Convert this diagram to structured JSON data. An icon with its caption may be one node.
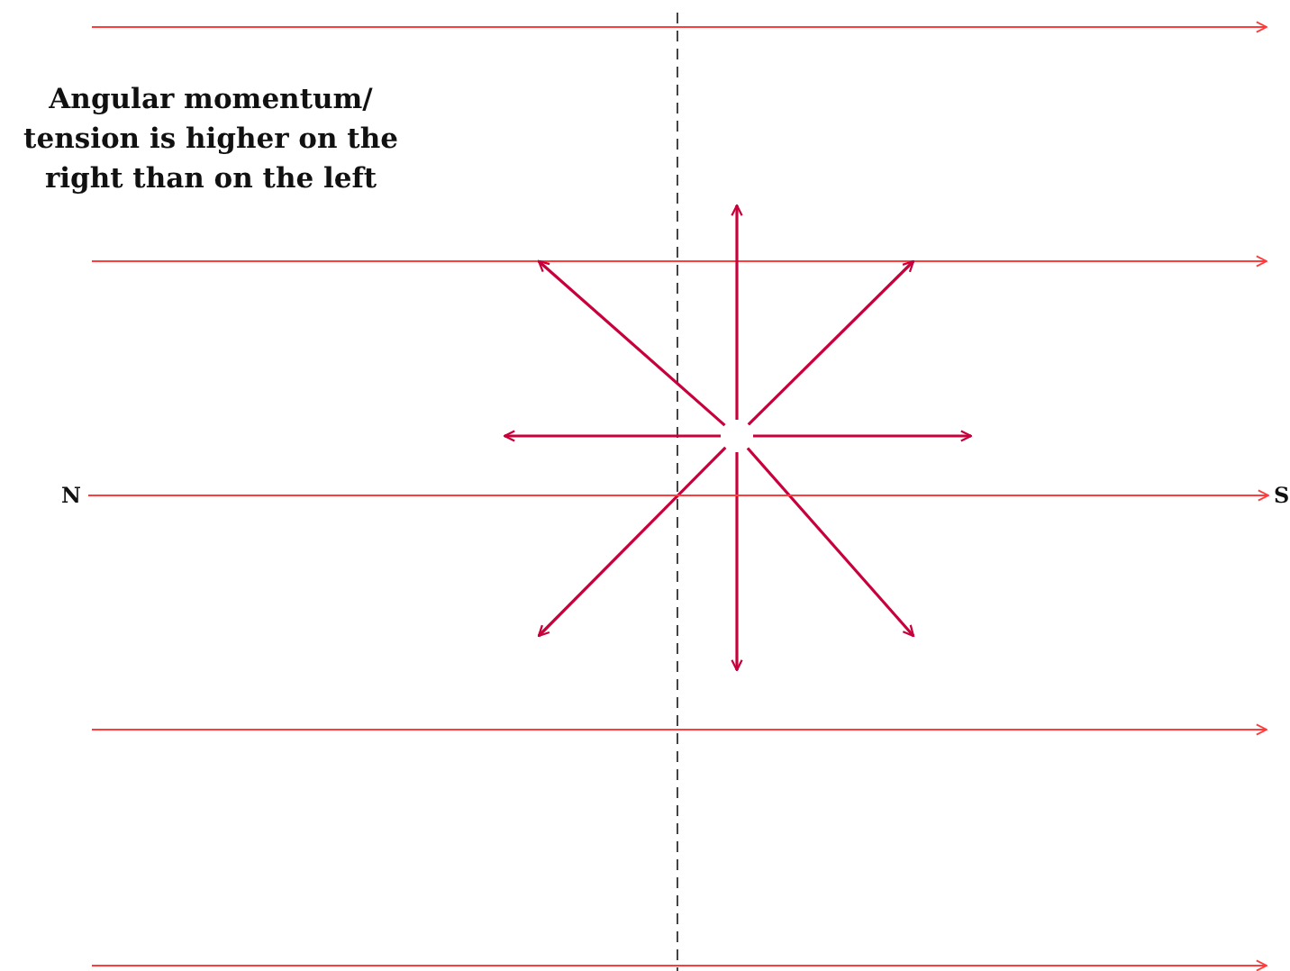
{
  "diagram": {
    "nodes": [
      {
        "text": [
          "N"
        ]
      },
      {
        "text": [
          "S"
        ]
      }
    ],
    "edges": [
      {
        "from": 0,
        "to": 1,
        "arrow": "to"
      }
    ],
    "labels": [
      "Angular momentum/ tension is higher on the right than on the left"
    ]
  }
}
